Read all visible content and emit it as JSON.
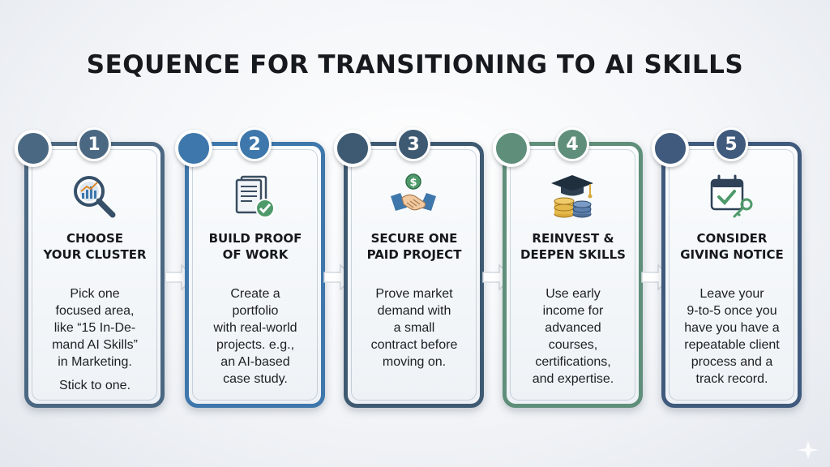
{
  "title": "SEQUENCE FOR TRANSITIONING TO AI SKILLS",
  "colors": {
    "step1": "#4b6882",
    "step2": "#3e77ab",
    "step3": "#3e5a72",
    "step4": "#5f8f7a",
    "step5": "#3f5a7d"
  },
  "steps": [
    {
      "number": "1",
      "icon": "magnifier-chart-icon",
      "heading": [
        "CHOOSE",
        "YOUR CLUSTER"
      ],
      "description": [
        "Pick one",
        "focused area,",
        "like “15 In-De-",
        "mand AI Skills”",
        "in Marketing."
      ],
      "note": "Stick to one."
    },
    {
      "number": "2",
      "icon": "documents-check-icon",
      "heading": [
        "BUILD PROOF",
        "OF WORK"
      ],
      "description": [
        "Create a",
        "portfolio",
        "with real-world",
        "projects. e.g.,",
        "an AI-based",
        "case study."
      ]
    },
    {
      "number": "3",
      "icon": "handshake-dollar-icon",
      "heading": [
        "SECURE ONE",
        "PAID PROJECT"
      ],
      "description": [
        "Prove market",
        "demand with",
        "a small",
        "contract before",
        "moving on."
      ]
    },
    {
      "number": "4",
      "icon": "graduation-coins-icon",
      "heading": [
        "REINVEST &",
        "DEEPEN SKILLS"
      ],
      "description": [
        "Use early",
        "income for",
        "advanced",
        "courses,",
        "certifications,",
        "and expertise."
      ]
    },
    {
      "number": "5",
      "icon": "calendar-key-icon",
      "heading": [
        "CONSIDER",
        "GIVING NOTICE"
      ],
      "description": [
        "Leave your",
        "9-to-5 once you",
        "have you have a",
        "repeatable client",
        "process and a",
        "track record."
      ]
    }
  ]
}
